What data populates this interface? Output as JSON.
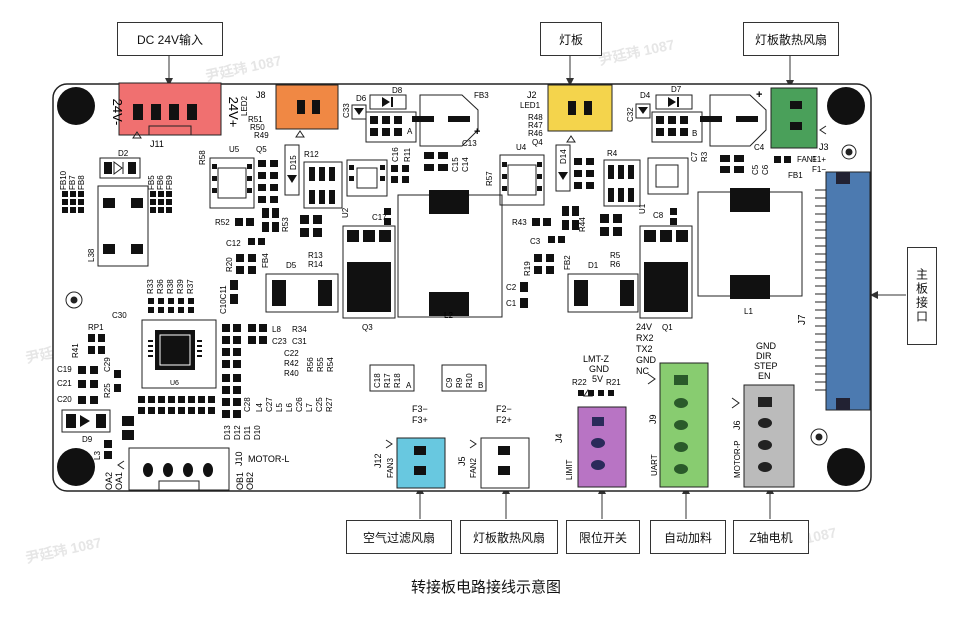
{
  "caption": "转接板电路接线示意图",
  "callouts": {
    "dc_input": "DC 24V输入",
    "light_board": "灯板",
    "light_fan_top": "灯板散热风扇",
    "main_connector": "主板接口",
    "air_filter_fan": "空气过滤风扇",
    "light_fan_bottom": "灯板散热风扇",
    "limit_switch": "限位开关",
    "auto_feed": "自动加料",
    "z_motor": "Z轴电机"
  },
  "connectors": {
    "j11": {
      "label": "J11",
      "left": "24V-",
      "right": "24V+"
    },
    "j8": {
      "label": "J8"
    },
    "j2": {
      "label": "J2"
    },
    "j3": {
      "label": "J3"
    },
    "j7": {
      "label": "J7"
    },
    "j12": {
      "label": "J12",
      "side": "FAN3",
      "top1": "F3−",
      "top2": "F3+"
    },
    "j5": {
      "label": "J5",
      "side": "FAN2",
      "top1": "F2−",
      "top2": "F2+"
    },
    "j4": {
      "label": "J4",
      "side": "LIMIT",
      "top1": "LMT-Z",
      "top2": "GND",
      "top3": "5V"
    },
    "j9": {
      "label": "J9",
      "side": "UART",
      "pins": [
        "24V",
        "RX2",
        "TX2",
        "GND",
        "NC"
      ]
    },
    "j6": {
      "label": "J6",
      "side": "MOTOR-P",
      "pins": [
        "GND",
        "DIR",
        "STEP",
        "EN"
      ]
    },
    "j10": {
      "label": "J10",
      "side": "MOTOR-L",
      "pins_left": [
        "OA2",
        "OA1"
      ],
      "pins_right": [
        "OB1",
        "OB2"
      ]
    }
  },
  "silkscreen": {
    "fb_left": [
      "FB10",
      "FB7",
      "FB8"
    ],
    "fb_right": [
      "FB5",
      "FB6",
      "FB9"
    ],
    "d2": "D2",
    "l38": "L38",
    "r58": "R58",
    "u5": "U5",
    "q5": "Q5",
    "d15": "D15",
    "r51": "R51",
    "led2": "LED2",
    "r50": "R50",
    "r49": "R49",
    "d6": "D6",
    "d8": "D8",
    "c33": "C33",
    "r12": "R12",
    "c16": "C16",
    "r11": "R11",
    "fb3": "FB3",
    "c13": "C13",
    "c15": "C15",
    "c14": "C14",
    "u2": "U2",
    "c17": "C17",
    "r52": "R52",
    "r53": "R53",
    "c12": "C12",
    "r13": "R13",
    "r14": "R14",
    "d5": "D5",
    "fb4": "FB4",
    "r20": "R20",
    "c10c11": "C10C11",
    "q3": "Q3",
    "l2": "L2",
    "led1": "LED1",
    "r48": "R48",
    "r47": "R47",
    "r46": "R46",
    "q4": "Q4",
    "d4": "D4",
    "d7": "D7",
    "c32": "C32",
    "r4": "R4",
    "c7": "C7",
    "r3": "R3",
    "c4": "C4",
    "c5": "C5",
    "c6": "C6",
    "fan1": "FAN1",
    "fb1": "FB1",
    "f1p": "F1+",
    "f1m": "F1−",
    "u4": "U4",
    "d14": "D14",
    "r57": "R57",
    "u1": "U1",
    "c8": "C8",
    "r43": "R43",
    "r44": "R44",
    "c3": "C3",
    "r5": "R5",
    "r6": "R6",
    "r19": "R19",
    "fb2": "FB2",
    "d1": "D1",
    "c2": "C2",
    "c1": "C1",
    "q1": "Q1",
    "l1": "L1",
    "r33": "R33",
    "r36": "R36",
    "r38": "R38",
    "r39": "R39",
    "r37": "R37",
    "c30": "C30",
    "rp1": "RP1",
    "r41": "R41",
    "c19": "C19",
    "c21": "C21",
    "c20": "C20",
    "c29": "C29",
    "r25": "R25",
    "u6": "U6",
    "d9": "D9",
    "l3": "L3",
    "l8": "L8",
    "r34": "R34",
    "c23": "C23",
    "c31": "C31",
    "c22": "C22",
    "r42": "R42",
    "r40": "R40",
    "r56": "R56",
    "r55": "R55",
    "r54": "R54",
    "c28": "C28",
    "l4": "L4",
    "c27": "C27",
    "l5": "L5",
    "l6": "L6",
    "c26": "C26",
    "l7": "L7",
    "c25": "C25",
    "r27": "R27",
    "d13": "D13",
    "d12": "D12",
    "d11": "D11",
    "d10": "D10",
    "c18": "C18",
    "r17": "R17",
    "r18": "R18",
    "c9": "C9",
    "r9": "R9",
    "r10": "R10",
    "r22": "R22",
    "r21": "R21",
    "a": "A",
    "b": "B"
  },
  "watermark": "尹廷玮 1087",
  "colors": {
    "j11": "#f07070",
    "j8": "#f08844",
    "j2": "#f4d44c",
    "j3": "#4aa05a",
    "j12": "#68c8e0",
    "j5": "#ffffff",
    "j4": "#b874c4",
    "j9": "#88cc70",
    "j6": "#bbbbbb",
    "j7": "#4c7ab0",
    "board": "#ffffff",
    "chip": "#111111"
  }
}
